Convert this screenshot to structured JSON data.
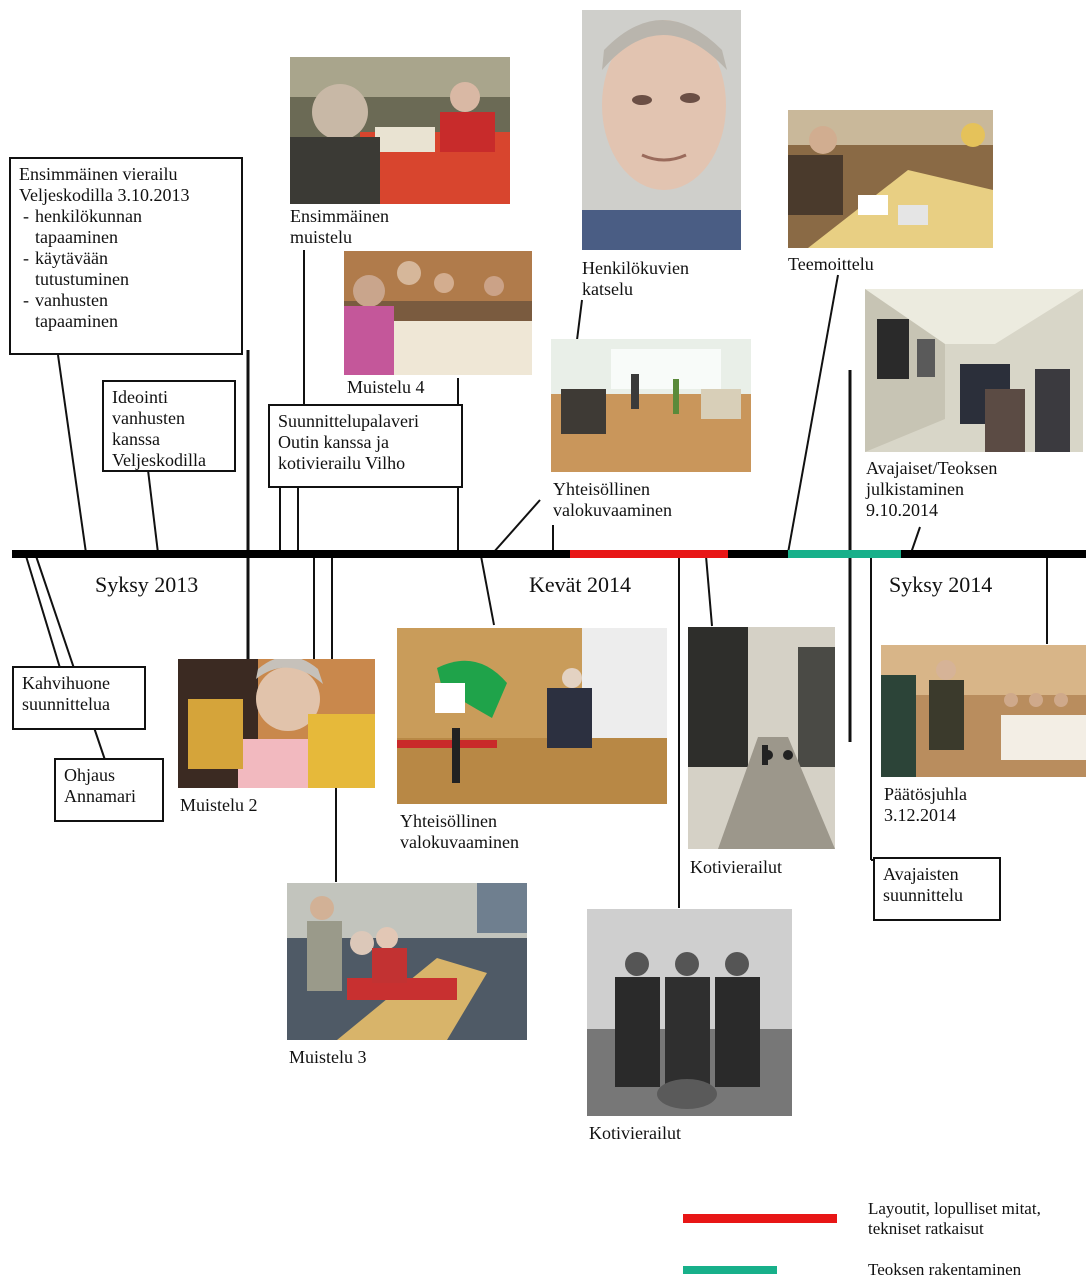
{
  "timeline": {
    "seasons": [
      "Syksy 2013",
      "Kevät 2014",
      "Syksy 2014"
    ],
    "colors": {
      "axis": "#000000",
      "layout_phase": "#e81616",
      "build_phase": "#17b08a"
    }
  },
  "boxes": {
    "first_visit": {
      "title": "Ensimmäinen vierailu\nVeljeskodilla 3.10.2013",
      "items": [
        "henkilökunnan\ntapaaminen",
        "käytävään\ntutustuminen",
        "vanhusten\ntapaaminen"
      ]
    },
    "ideation": "Ideointi\nvanhusten\nkanssa\nVeljeskodilla",
    "planning_meeting": "Suunnittelupalaveri\nOutin kanssa ja\nkotivierailu Vilho",
    "cafe": "Kahvihuone\nsuunnittelua",
    "guidance": "Ohjaus\nAnnamari",
    "opening_planning": "Avajaisten\nsuunnittelu"
  },
  "photo_captions": {
    "first_reminiscence": "Ensimmäinen\nmuistelu",
    "reminiscence4": "Muistelu 4",
    "portraits": "Henkilökuvien\nkatselu",
    "themes": "Teemoittelu",
    "communal_photo_top": "Yhteisöllinen\nvalokuvaaminen",
    "opening": "Avajaiset/Teoksen\njulkistaminen\n9.10.2014",
    "reminiscence2": "Muistelu 2",
    "communal_photo_bottom": "Yhteisöllinen\nvalokuvaaminen",
    "home_visits1": "Kotivierailut",
    "closing": "Päätösjuhla\n3.12.2014",
    "reminiscence3": "Muistelu 3",
    "home_visits2": "Kotivierailut"
  },
  "legend": [
    {
      "color": "#e81616",
      "label": "Layoutit, lopulliset mitat,\ntekniset ratkaisut"
    },
    {
      "color": "#17b08a",
      "label": "Teoksen rakentaminen"
    }
  ]
}
